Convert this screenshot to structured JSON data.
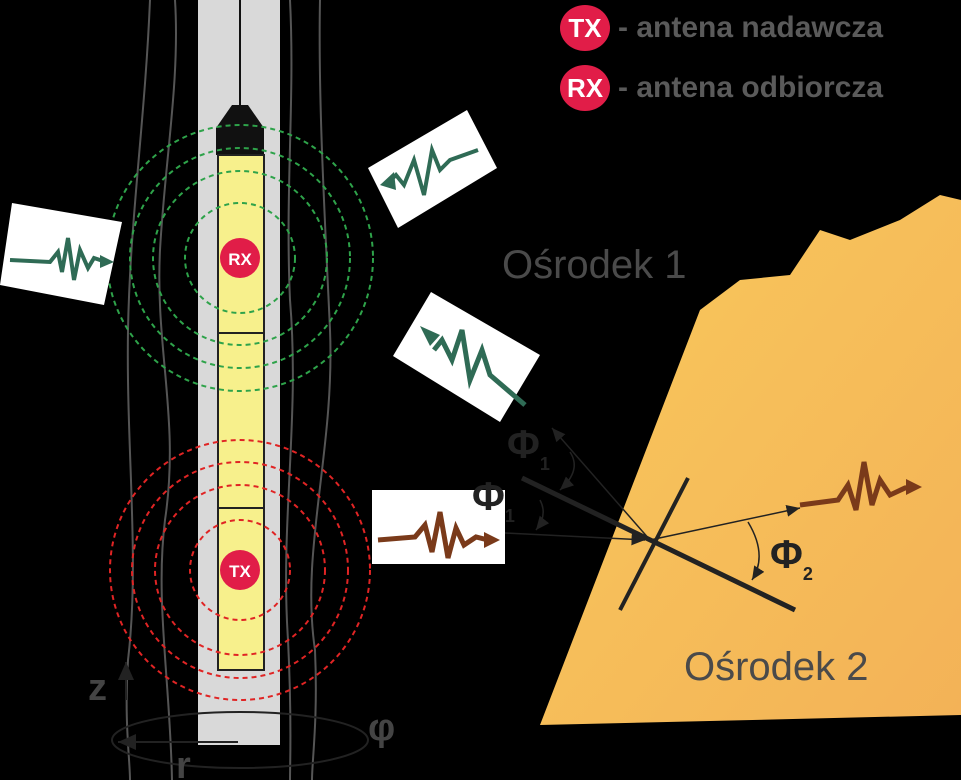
{
  "legend": {
    "tx": {
      "badge": "TX",
      "text": "- antena nadawcza"
    },
    "rx": {
      "badge": "RX",
      "text": "- antena odbiorcza"
    }
  },
  "tool": {
    "rx_label": "RX",
    "tx_label": "TX"
  },
  "media": {
    "medium1": "Ośrodek 1",
    "medium2": "Ośrodek 2"
  },
  "angles": {
    "phi": "Φ",
    "sub1": "1",
    "sub2": "2"
  },
  "coords": {
    "z": "z",
    "r": "r",
    "phi": "φ"
  },
  "colors": {
    "background": "#000000",
    "borehole": "#d9d9d9",
    "tool_body": "#f7f08c",
    "rx_field": "#2ea34a",
    "tx_field": "#e02424",
    "badge": "#e11d48",
    "medium2": "#f6c15c",
    "wave_green": "#2f6b55",
    "wave_brown": "#7a3a1a"
  }
}
